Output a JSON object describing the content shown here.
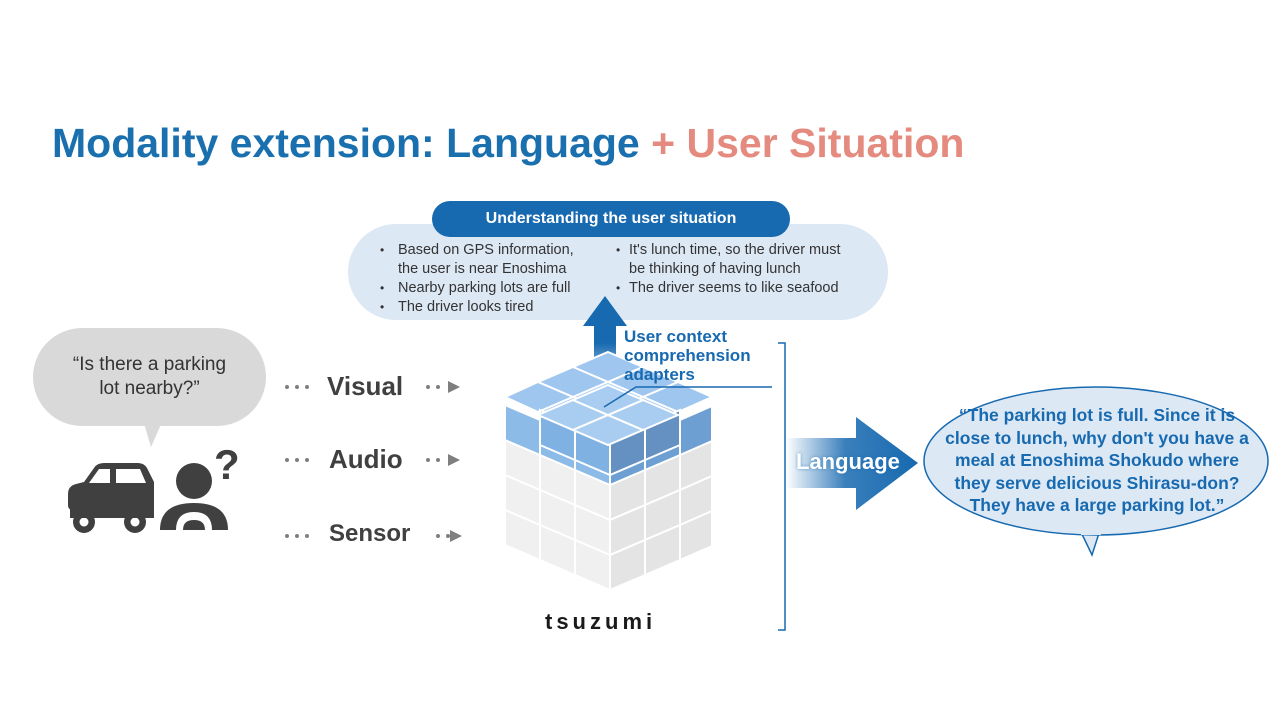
{
  "title": {
    "part1": "Modality extension: Language",
    "plus": "+",
    "part2": "User Situation"
  },
  "understanding": {
    "header": "Understanding the user situation",
    "left_bullets": [
      {
        "line1": "Based on GPS information,",
        "line2": "the user is near Enoshima"
      },
      {
        "line1": "Nearby parking lots are full"
      },
      {
        "line1": "The driver looks tired"
      }
    ],
    "right_bullets": [
      {
        "line1": "It's lunch time, so the driver must",
        "line2": "be thinking of having lunch"
      },
      {
        "line1": "The driver seems to like seafood"
      }
    ]
  },
  "user_query": {
    "line1": "“Is there a parking",
    "line2": "lot nearby?”"
  },
  "modalities": [
    "Visual",
    "Audio",
    "Sensor"
  ],
  "adapter_label": {
    "line1": "User context",
    "line2": "comprehension",
    "line3": "adapters"
  },
  "brand": "tsuzumi",
  "output_label": "Language",
  "reply": {
    "line1": "“The parking lot is full. Since it is",
    "line2": "close to lunch, why don't you have a",
    "line3": "meal at Enoshima Shokudo where",
    "line4": "they serve delicious Shirasu-don?",
    "line5": "They have a large parking lot.”"
  },
  "icons": [
    "car-icon",
    "person-question-icon",
    "cube-icon",
    "up-arrow-icon",
    "right-arrow-icon"
  ],
  "colors": {
    "primary_blue": "#1769b0",
    "title_blue": "#1a6fae",
    "accent_salmon": "#e58a7e",
    "panel_light_blue": "#dde8f5",
    "bubble_gray": "#d9d9d9",
    "cube_blue": "#7fb1e3"
  }
}
